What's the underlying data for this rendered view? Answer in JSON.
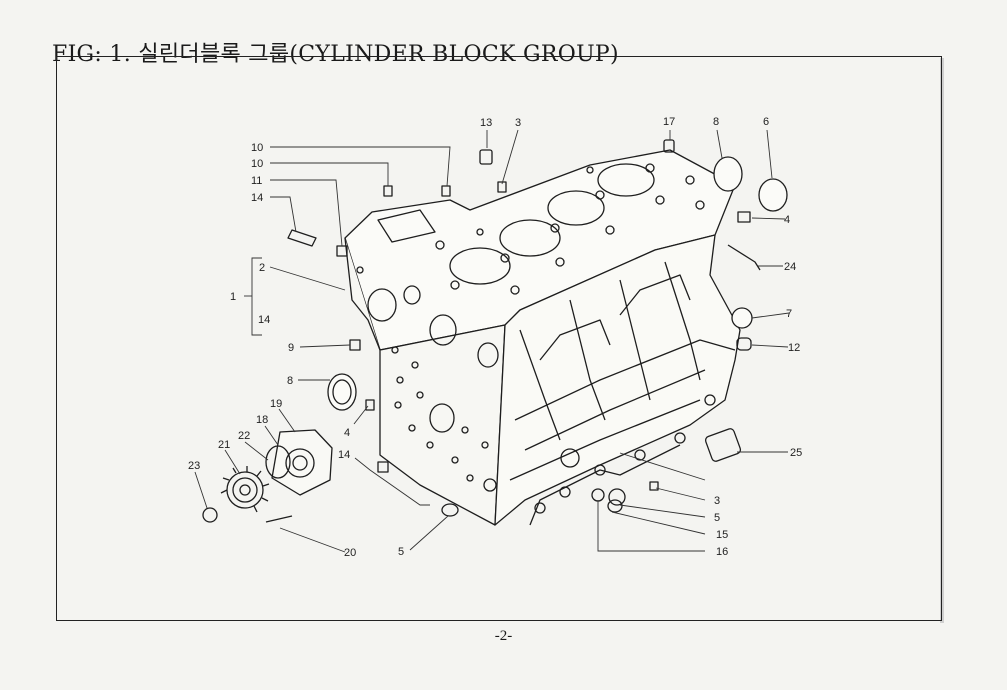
{
  "header": {
    "title": "FIG: 1. 실린더블록 그룹(CYLINDER BLOCK GROUP)"
  },
  "diagram": {
    "callouts": {
      "c10a": "10",
      "c10b": "10",
      "c11": "11",
      "c14a": "14",
      "c2": "2",
      "c1": "1",
      "c14b": "14",
      "c9": "9",
      "c8a": "8",
      "c4a": "4",
      "c19": "19",
      "c18": "18",
      "c22": "22",
      "c21": "21",
      "c23": "23",
      "c14c": "14",
      "c20": "20",
      "c5a": "5",
      "c13": "13",
      "c3a": "3",
      "c17": "17",
      "c8b": "8",
      "c6": "6",
      "c4b": "4",
      "c24": "24",
      "c7": "7",
      "c12": "12",
      "c25": "25",
      "c3b": "3",
      "c5b": "5",
      "c15": "15",
      "c16": "16"
    }
  },
  "footer": {
    "page_number": "-2-"
  }
}
